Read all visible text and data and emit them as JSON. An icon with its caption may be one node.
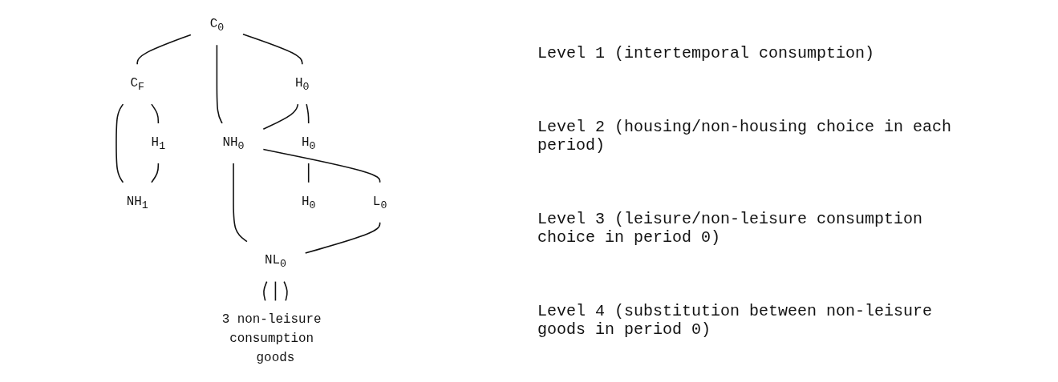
{
  "diagram": {
    "nodes": [
      {
        "text": [
          "C$_{0}$"
        ]
      },
      {
        "text": [
          "C$_{F}$"
        ]
      },
      {
        "text": [
          "H$_{0}$"
        ]
      },
      {
        "text": [
          "NH$_{0}$"
        ]
      },
      {
        "text": [
          "H$_{1}$"
        ]
      },
      {
        "text": [
          "NH$_{1}$"
        ]
      },
      {
        "text": [
          "H$_{0}$"
        ]
      },
      {
        "text": [
          "L$_{0}$"
        ]
      },
      {
        "text": [
          "NL$_{0}$"
        ]
      },
      {
        "text": [
          "H$_{0}$"
        ]
      },
      {
        "text": [
          "3 non-leisure consumption goods"
        ]
      }
    ],
    "edges": [
      {
        "from": 0,
        "to": 1,
        "arrow": "none"
      },
      {
        "from": 0,
        "to": 2,
        "arrow": "none"
      },
      {
        "from": 0,
        "to": 3,
        "arrow": "none"
      },
      {
        "from": 1,
        "to": 4,
        "arrow": "none"
      },
      {
        "from": 1,
        "to": 5,
        "arrow": "none"
      },
      {
        "from": 2,
        "to": 3,
        "arrow": "none"
      },
      {
        "from": 4,
        "to": 5,
        "arrow": "none"
      },
      {
        "from": 2,
        "to": 6,
        "arrow": "none"
      },
      {
        "from": 3,
        "to": 7,
        "arrow": "none"
      },
      {
        "from": 3,
        "to": 8,
        "arrow": "none"
      },
      {
        "from": 7,
        "to": 8,
        "arrow": "none"
      },
      {
        "from": 6,
        "to": 9,
        "arrow": "none"
      },
      {
        "from": 8,
        "to": 10,
        "arrow": "none"
      },
      {
        "from": 8,
        "to": 10,
        "arrow": "none"
      },
      {
        "from": 8,
        "to": 10,
        "arrow": "none"
      }
    ],
    "labels": [
      "Level 1 (intertemporal consumption)",
      "Level 2 (housing/non-housing choice in each period)",
      "Level 3 (leisure/non-leisure consumption choice in period 0)",
      "Level 4 (substitution between non-leisure goods in period 0)"
    ]
  }
}
